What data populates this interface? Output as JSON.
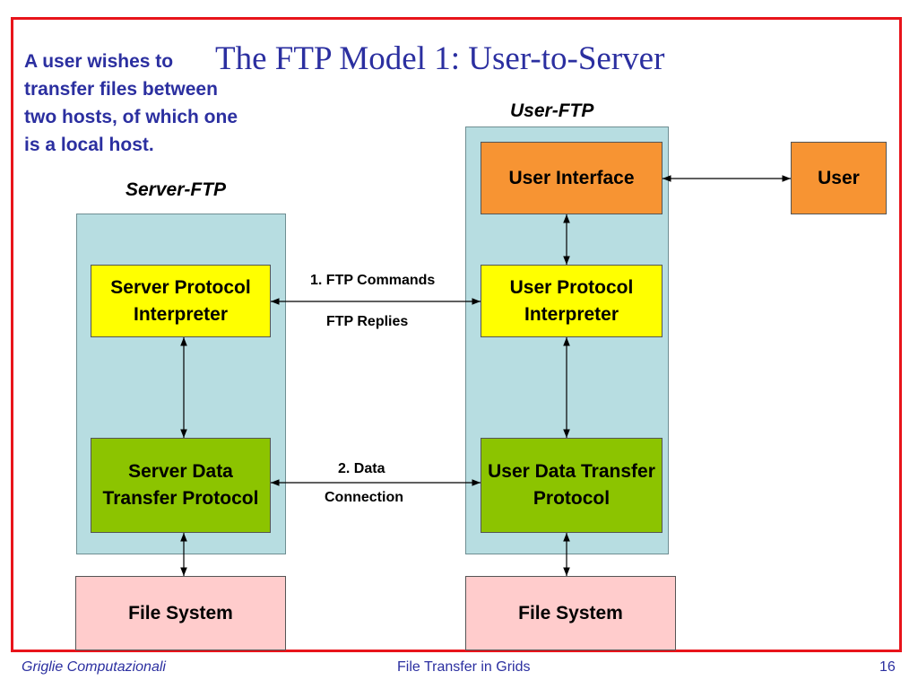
{
  "slide": {
    "title": "The FTP Model 1: User-to-Server",
    "note": "A user wishes to transfer files between two hosts, of which one is a local host.",
    "server_label": "Server-FTP",
    "user_label": "User-FTP"
  },
  "boxes": {
    "server_pi": "Server Protocol Interpreter",
    "server_dtp": "Server Data Transfer Protocol",
    "server_fs": "File System",
    "user_interface": "User Interface",
    "user_pi": "User Protocol Interpreter",
    "user_dtp": "User Data Transfer Protocol",
    "user_fs": "File System",
    "user": "User"
  },
  "connections": {
    "commands": "1. FTP Commands",
    "replies": "FTP Replies",
    "data_1": "2. Data",
    "data_2": "Connection"
  },
  "footer": {
    "left": "Griglie Computazionali",
    "center": "File Transfer in Grids",
    "page": "16"
  }
}
